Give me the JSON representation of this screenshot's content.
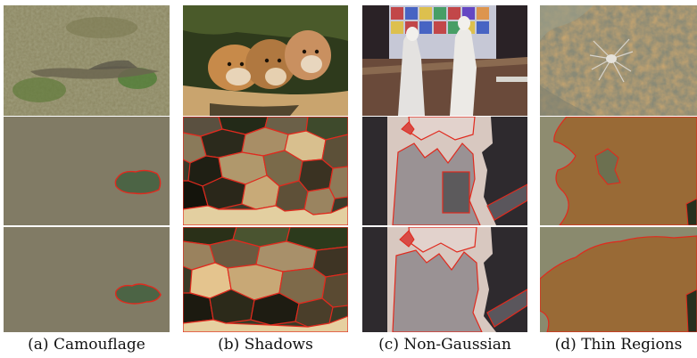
{
  "captions": {
    "a": "(a) Camouflage",
    "b": "(b) Shadows",
    "c": "(c) Non-Gaussian",
    "d": "(d) Thin Regions"
  },
  "colors": {
    "boundary": "#e02a1e",
    "background": "#ffffff"
  }
}
